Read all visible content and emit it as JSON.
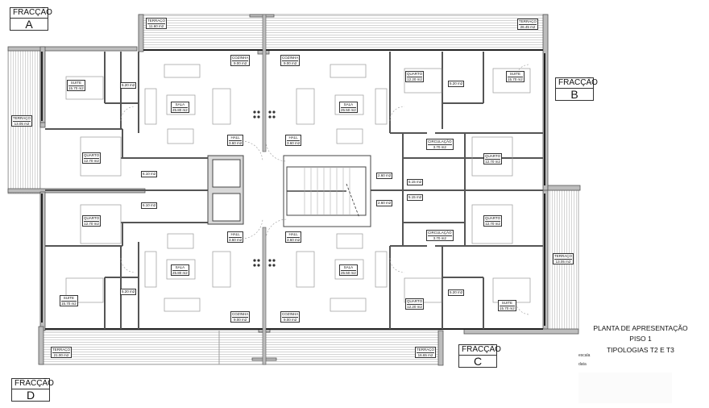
{
  "drawing": {
    "title": "PLANTA DE APRESENTAÇÃO",
    "floor": "PISO 1",
    "typologies": "TIPOLOGIAS T2 E T3",
    "scale_label": "escala",
    "date_label": "data"
  },
  "fractions": {
    "a": {
      "label": "FRACÇÃO",
      "letter": "A"
    },
    "b": {
      "label": "FRACÇÃO",
      "letter": "B"
    },
    "c": {
      "label": "FRACÇÃO",
      "letter": "C"
    },
    "d": {
      "label": "FRACÇÃO",
      "letter": "D"
    }
  },
  "rooms": {
    "terraco_top_left": {
      "name": "TERRAÇO",
      "area": "11.60 m2"
    },
    "terraco_top_right": {
      "name": "TERRAÇO",
      "area": "26.45 m2"
    },
    "terraco_left": {
      "name": "TERRAÇO",
      "area": "13.05 m2"
    },
    "terraco_right": {
      "name": "TERRAÇO",
      "area": "13.05 m2"
    },
    "terraco_bottom_left": {
      "name": "TERRAÇO",
      "area": "21.00 m2"
    },
    "terraco_bottom_right": {
      "name": "TERRAÇO",
      "area": "16.65 m2"
    },
    "suite_a": {
      "name": "SUITE",
      "area": "15.70 m2"
    },
    "wc_a": {
      "name": "",
      "area": "5.20 m2"
    },
    "sala_a": {
      "name": "SALA",
      "area": "25.80 m2"
    },
    "cozinha_a": {
      "name": "COZINHA",
      "area": "9.00 m2"
    },
    "hall_a": {
      "name": "HALL",
      "area": "3.60 m2"
    },
    "quarto_a": {
      "name": "QUARTO",
      "area": "12.70 m2"
    },
    "wc2_a": {
      "name": "",
      "area": "6.10 m2"
    },
    "cozinha_b": {
      "name": "COZINHA",
      "area": "9.00 m2"
    },
    "sala_b": {
      "name": "SALA",
      "area": "25.50 m2"
    },
    "hall_b": {
      "name": "HALL",
      "area": "3.60 m2"
    },
    "quarto_b1": {
      "name": "QUARTO",
      "area": "12.20 m2"
    },
    "wc_b": {
      "name": "",
      "area": "5.20 m2"
    },
    "suite_b": {
      "name": "SUITE",
      "area": "15.70 m2"
    },
    "circ_b": {
      "name": "CIRCULAÇÃO",
      "area": "3.70 m2"
    },
    "quarto_b2": {
      "name": "QUARTO",
      "area": "12.70 m2"
    },
    "wc2_b": {
      "name": "",
      "area": "5.15 m2"
    },
    "wc3_b": {
      "name": "",
      "area": "2.60 m2"
    },
    "wc2_d": {
      "name": "",
      "area": "6.10 m2"
    },
    "quarto_d": {
      "name": "QUARTO",
      "area": "12.70 m2"
    },
    "hall_d": {
      "name": "HALL",
      "area": "3.60 m2"
    },
    "sala_d": {
      "name": "SALA",
      "area": "25.80 m2"
    },
    "wc_d": {
      "name": "",
      "area": "5.20 m2"
    },
    "suite_d": {
      "name": "SUITE",
      "area": "15.70 m2"
    },
    "cozinha_d": {
      "name": "COZINHA",
      "area": "9.00 m2"
    },
    "hall_c": {
      "name": "HALL",
      "area": "3.60 m2"
    },
    "sala_c": {
      "name": "SALA",
      "area": "25.50 m2"
    },
    "cozinha_c": {
      "name": "COZINHA",
      "area": "9.00 m2"
    },
    "quarto_c1": {
      "name": "QUARTO",
      "area": "12.20 m2"
    },
    "wc_c": {
      "name": "",
      "area": "5.20 m2"
    },
    "suite_c": {
      "name": "SUITE",
      "area": "15.70 m2"
    },
    "circ_c": {
      "name": "CIRCULAÇÃO",
      "area": "3.70 m2"
    },
    "quarto_c2": {
      "name": "QUARTO",
      "area": "12.70 m2"
    },
    "wc2_c": {
      "name": "",
      "area": "5.15 m2"
    },
    "wc3_c": {
      "name": "",
      "area": "2.60 m2"
    }
  },
  "colors": {
    "wall": "#555555",
    "wall_fill": "#bdbdbd",
    "line": "#333333",
    "hatch": "#c8c8c8"
  }
}
